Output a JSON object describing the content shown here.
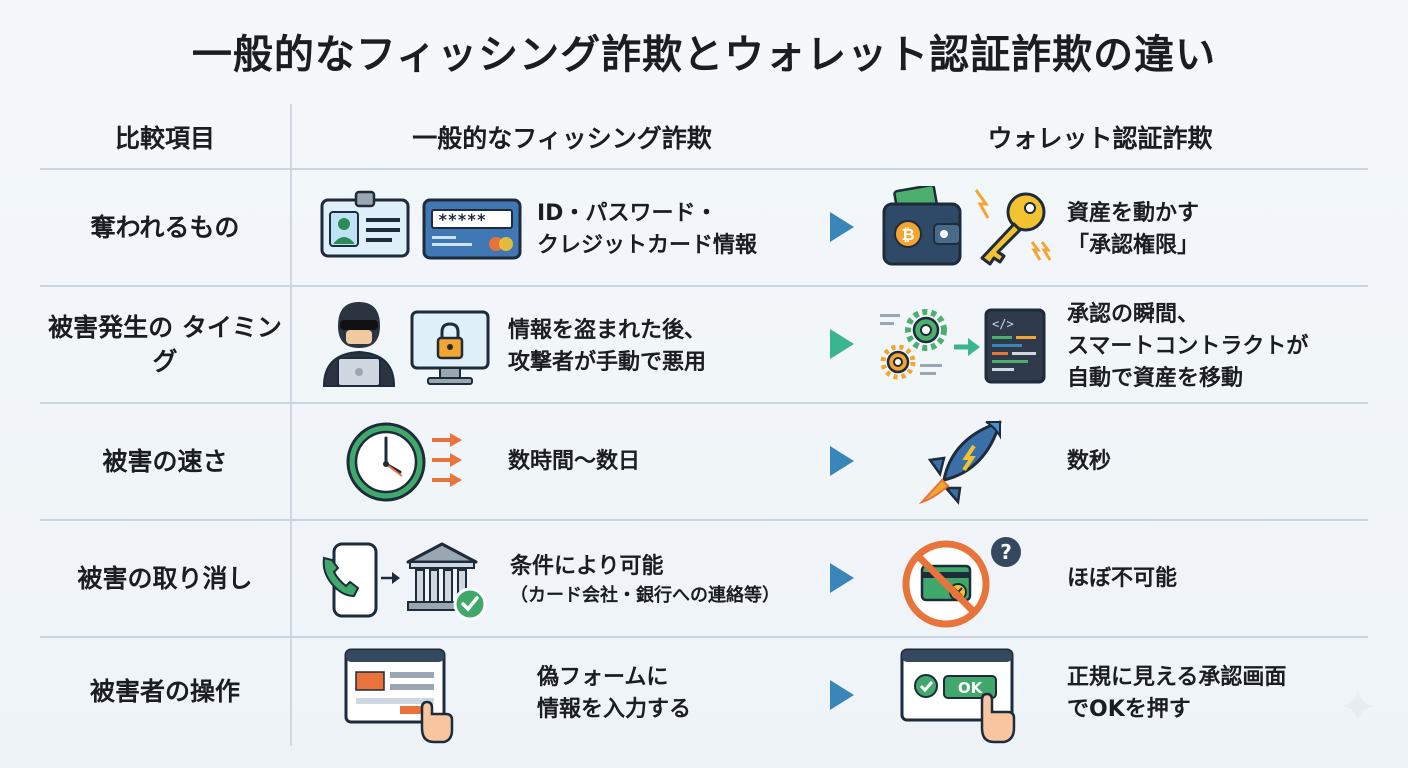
{
  "title": "一般的なフィッシング詐欺とウォレット認証詐欺の違い",
  "header": {
    "col1": "比較項目",
    "col2": "一般的なフィッシング詐欺",
    "col3": "ウォレット認証詐欺"
  },
  "rows": [
    {
      "label": "奪われるもの",
      "phishing": "ID・パスワード・\nクレジットカード情報",
      "wallet": "資産を動かす\n「承認権限」"
    },
    {
      "label": "被害発生の\nタイミング",
      "phishing": "情報を盗まれた後、\n攻撃者が手動で悪用",
      "wallet": "承認の瞬間、\nスマートコントラクトが\n自動で資産を移動"
    },
    {
      "label": "被害の速さ",
      "phishing": "数時間〜数日",
      "wallet": "数秒"
    },
    {
      "label": "被害の取り消し",
      "phishing": "条件により可能",
      "phishing_note": "（カード会社・銀行への連絡等）",
      "wallet": "ほぼ不可能"
    },
    {
      "label": "被害者の操作",
      "phishing": "偽フォームに\n情報を入力する",
      "wallet": "正規に見える承認画面\nでOKを押す"
    }
  ],
  "icons": {
    "password_mask": "*****",
    "code_tag": "</>",
    "ok_button": "OK",
    "question_mark": "?"
  },
  "colors": {
    "arrow_blue": "#3a86b8",
    "arrow_green": "#3bb58d",
    "accent_orange": "#e8743b",
    "wallet_gold": "#f2c230"
  }
}
